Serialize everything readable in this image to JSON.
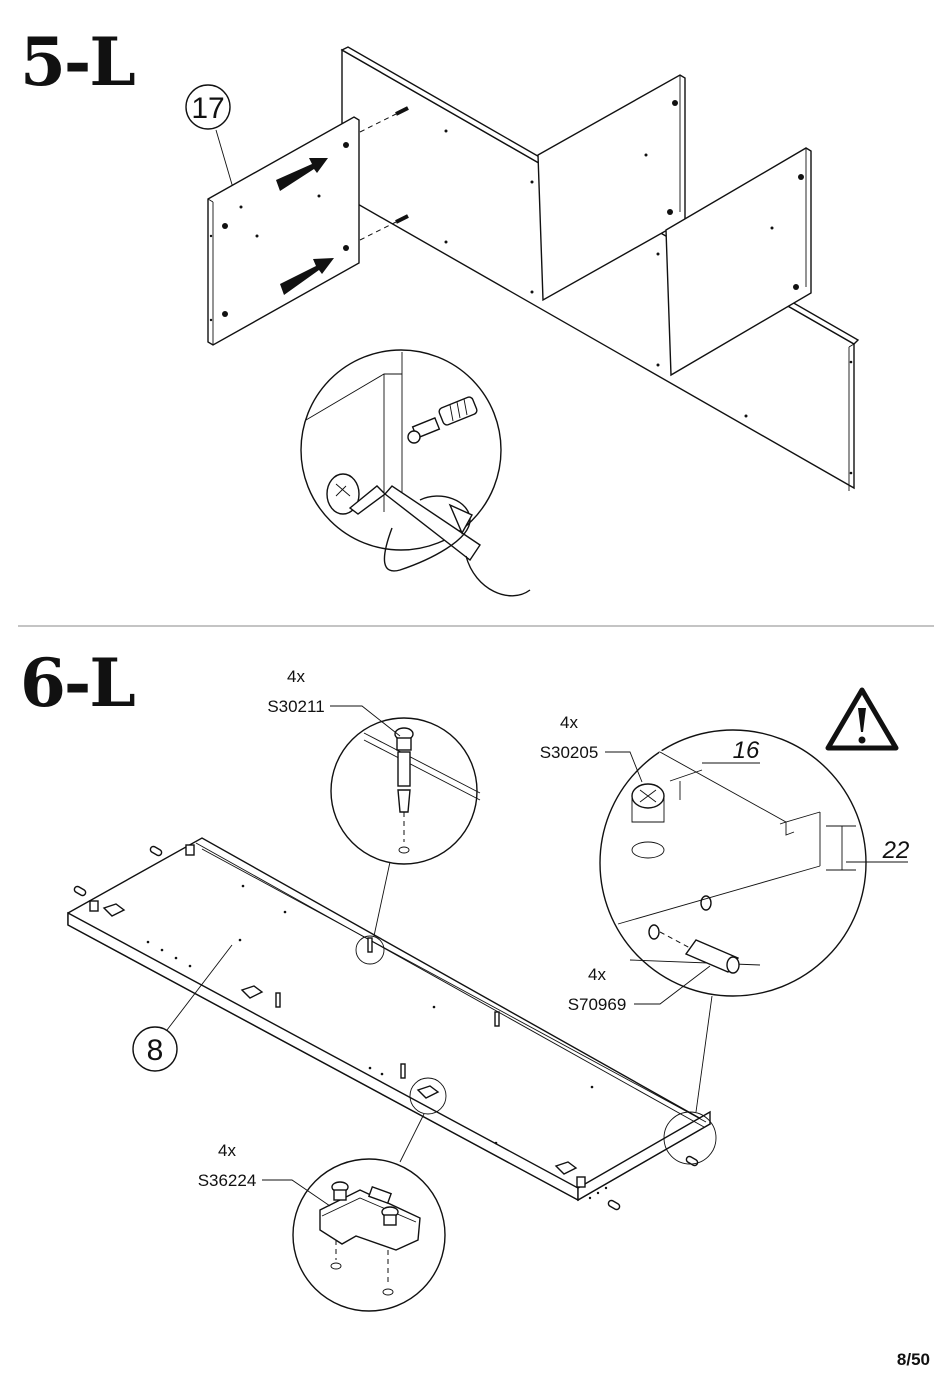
{
  "step5": {
    "title": "5-L",
    "part_number": "17"
  },
  "step6": {
    "title": "6-L",
    "board_number": "8",
    "callouts": {
      "a": {
        "qty": "4x",
        "code": "S30211"
      },
      "b": {
        "qty": "4x",
        "code": "S30205"
      },
      "c": {
        "qty": "4x",
        "code": "S70969"
      },
      "d": {
        "qty": "4x",
        "code": "S36224"
      }
    },
    "dimensions": {
      "depth": "16",
      "height": "22"
    }
  },
  "page": {
    "number": "8/50"
  }
}
